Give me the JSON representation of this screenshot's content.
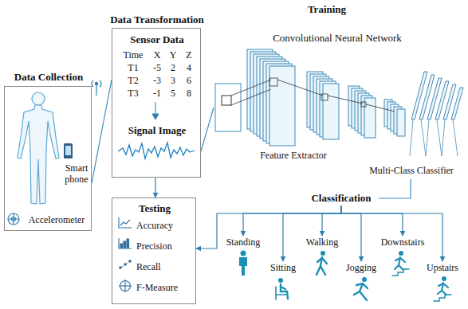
{
  "diagram": {
    "nodes": [
      {
        "text": [
          "Data Collection",
          "Smart phone",
          "Accelerometer"
        ]
      },
      {
        "text": [
          "Data Transformation",
          "Sensor Data",
          "Signal Image"
        ]
      },
      {
        "text": [
          "Training",
          "Convolutional Neural Network",
          "Feature Extractor",
          "Multi-Class Classifier"
        ]
      },
      {
        "text": [
          "Classification"
        ]
      },
      {
        "text": [
          "Standing"
        ]
      },
      {
        "text": [
          "Sitting"
        ]
      },
      {
        "text": [
          "Walking"
        ]
      },
      {
        "text": [
          "Jogging"
        ]
      },
      {
        "text": [
          "Downstairs"
        ]
      },
      {
        "text": [
          "Upstairs"
        ]
      },
      {
        "text": [
          "Testing",
          "Accuracy",
          "Precision",
          "Recall",
          "F-Measure"
        ]
      }
    ],
    "edges": [
      {
        "from": 0,
        "to": 1,
        "arrow": "none"
      },
      {
        "from": 1,
        "to": 2,
        "arrow": "none"
      },
      {
        "from": 2,
        "to": 3,
        "arrow": "none"
      },
      {
        "from": 3,
        "to": 4,
        "arrow": "to"
      },
      {
        "from": 3,
        "to": 5,
        "arrow": "to"
      },
      {
        "from": 3,
        "to": 6,
        "arrow": "to"
      },
      {
        "from": 3,
        "to": 7,
        "arrow": "to"
      },
      {
        "from": 3,
        "to": 8,
        "arrow": "to"
      },
      {
        "from": 3,
        "to": 9,
        "arrow": "to"
      },
      {
        "from": 3,
        "to": 10,
        "arrow": "to"
      },
      {
        "from": 1,
        "to": 10,
        "arrow": "to"
      }
    ],
    "labels": [
      "Time",
      "X",
      "Y",
      "Z",
      "T1",
      "-5",
      "2",
      "4",
      "T2",
      "-3",
      "3",
      "6",
      "T3",
      "-1",
      "5",
      "8"
    ]
  }
}
